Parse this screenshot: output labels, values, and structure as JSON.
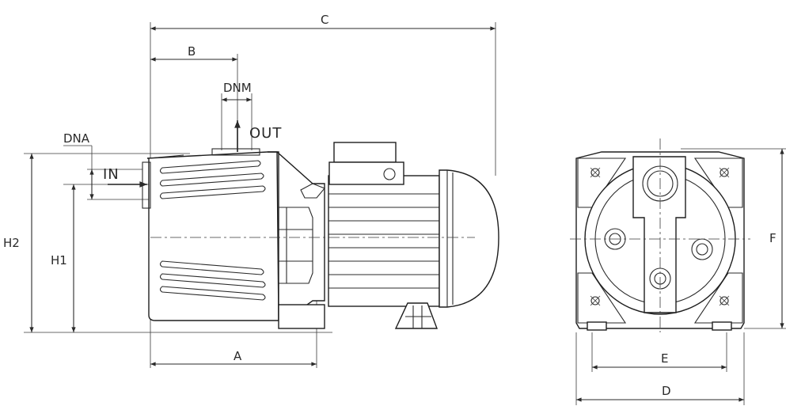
{
  "labels": {
    "C": "C",
    "B": "B",
    "DNM": "DNM",
    "OUT": "OUT",
    "DNA": "DNA",
    "IN": "IN",
    "H2": "H2",
    "H1": "H1",
    "A": "A",
    "F": "F",
    "E": "E",
    "D": "D"
  }
}
